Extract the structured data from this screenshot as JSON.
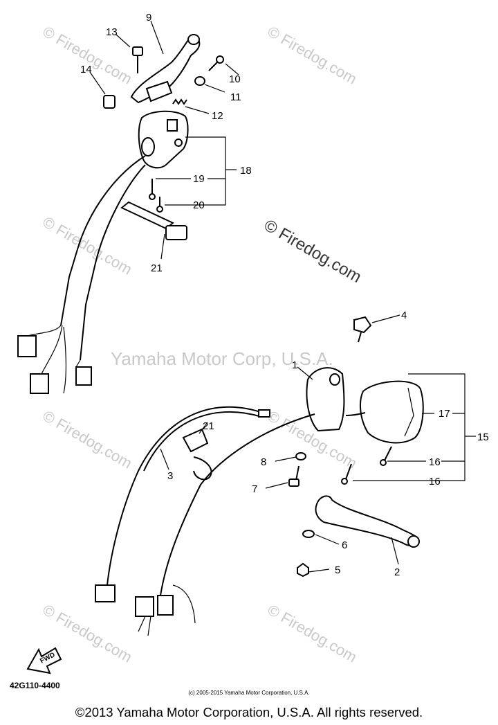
{
  "watermarks": {
    "center_text": "Yamaha Motor Corp, U.S.A.",
    "firedog_large": "© Firedog.com",
    "firedog_small": "© Firedog.com"
  },
  "callouts": {
    "c1": "1",
    "c2": "2",
    "c3": "3",
    "c4": "4",
    "c5": "5",
    "c6": "6",
    "c7": "7",
    "c8": "8",
    "c9": "9",
    "c10": "10",
    "c11": "11",
    "c12": "12",
    "c13": "13",
    "c14": "14",
    "c15": "15",
    "c16a": "16",
    "c16b": "16",
    "c17": "17",
    "c18": "18",
    "c19": "19",
    "c20": "20",
    "c21a": "21",
    "c21b": "21"
  },
  "fwd_label": "FWD",
  "part_number": "42G110-4400",
  "source_line": "(c) 2005-2015 Yamaha Motor Corporation, U.S.A.",
  "copyright": "©2013 Yamaha Motor Corporation, U.S.A. All rights reserved."
}
